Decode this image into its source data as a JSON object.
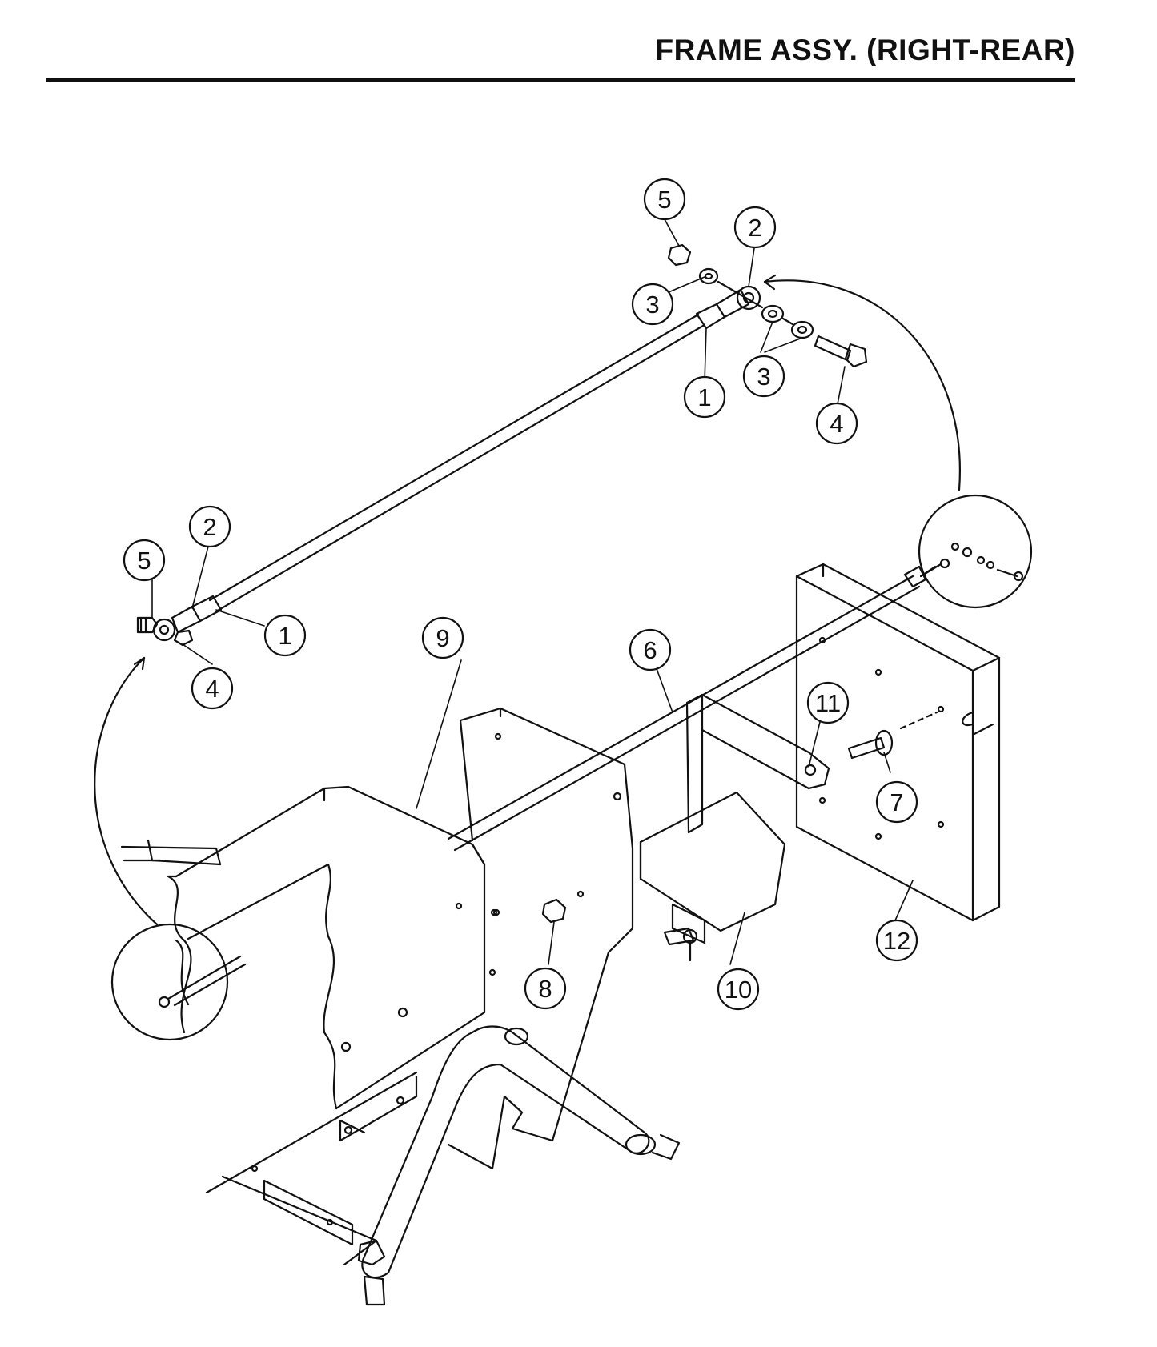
{
  "header": {
    "title": "FRAME ASSY. (RIGHT-REAR)"
  },
  "callouts": [
    {
      "id": "c5a",
      "label": "5"
    },
    {
      "id": "c2a",
      "label": "2"
    },
    {
      "id": "c3a",
      "label": "3"
    },
    {
      "id": "c3b",
      "label": "3"
    },
    {
      "id": "c1a",
      "label": "1"
    },
    {
      "id": "c4a",
      "label": "4"
    },
    {
      "id": "c2b",
      "label": "2"
    },
    {
      "id": "c5b",
      "label": "5"
    },
    {
      "id": "c1b",
      "label": "1"
    },
    {
      "id": "c4b",
      "label": "4"
    },
    {
      "id": "c9",
      "label": "9"
    },
    {
      "id": "c6",
      "label": "6"
    },
    {
      "id": "c11",
      "label": "11"
    },
    {
      "id": "c7",
      "label": "7"
    },
    {
      "id": "c8",
      "label": "8"
    },
    {
      "id": "c10",
      "label": "10"
    },
    {
      "id": "c12",
      "label": "12"
    }
  ]
}
